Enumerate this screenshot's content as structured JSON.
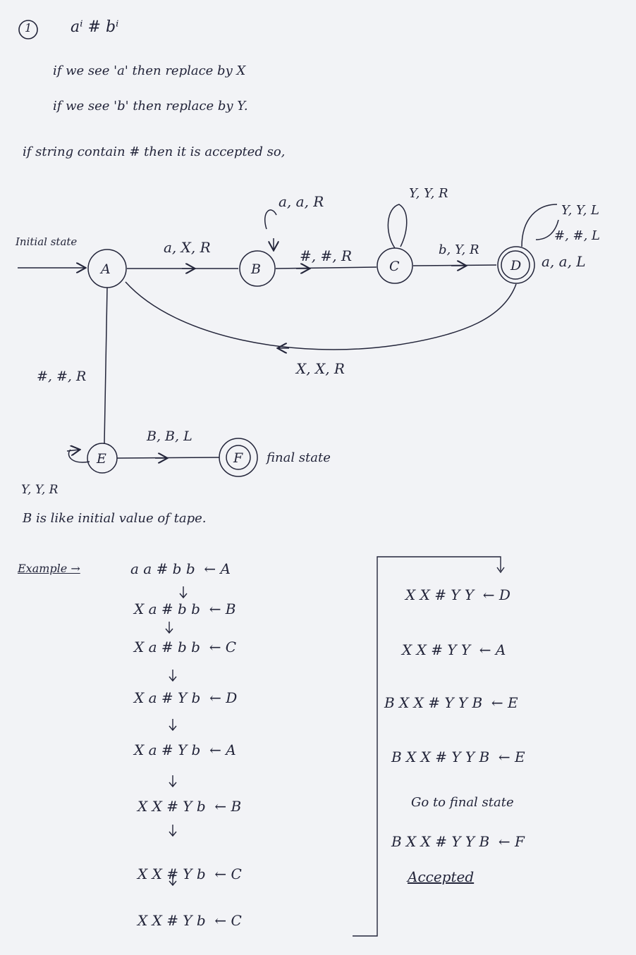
{
  "header": {
    "num": "1",
    "title": "aⁱ # bⁱ"
  },
  "rules": {
    "line1": "if we see 'a' then replace by X",
    "line2": "if we see 'b' then replace by Y.",
    "line3": "if string contain # then it is accepted so,"
  },
  "diagram": {
    "initial_label": "Initial state",
    "states": {
      "A": "A",
      "B": "B",
      "C": "C",
      "D": "D",
      "E": "E",
      "F": "F"
    },
    "transitions": {
      "a_to_b": "a, X, R",
      "b_loop": "a, a, R",
      "b_to_c": "#, #, R",
      "c_loop": "Y, Y, R",
      "c_to_d": "b, Y, R",
      "d_loop_1": "Y, Y, L",
      "d_loop_2": "#, #, L",
      "d_loop_3": "a, a, L",
      "d_to_a": "X, X, R",
      "a_to_e": "#, #, R",
      "e_loop": "Y, Y, R",
      "e_to_f": "B, B, L"
    },
    "final_label": "final state"
  },
  "note": "B is like initial value of tape.",
  "example": {
    "label": "Example →",
    "left": [
      {
        "tape": "a a # b b",
        "state": "← A"
      },
      {
        "tape": "X a # b b",
        "state": "← B"
      },
      {
        "tape": "X a # b b",
        "state": "← C"
      },
      {
        "tape": "X a # Y b",
        "state": "← D"
      },
      {
        "tape": "X a # Y b",
        "state": "← A"
      },
      {
        "tape": "X X # Y b",
        "state": "← B"
      },
      {
        "tape": "X X # Y b",
        "state": "← C"
      },
      {
        "tape": "X X # Y b",
        "state": "← C"
      }
    ],
    "right": [
      {
        "tape": "X X # Y Y",
        "state": "← D"
      },
      {
        "tape": "X X # Y Y",
        "state": "← A"
      },
      {
        "tape": "B X X # Y Y B",
        "state": "← E"
      },
      {
        "tape": "B X X # Y Y B",
        "state": "← E"
      }
    ],
    "goto_final": "Go to final state",
    "final_tape": {
      "tape": "B X X # Y Y B",
      "state": "← F"
    },
    "accepted": "Accepted"
  }
}
